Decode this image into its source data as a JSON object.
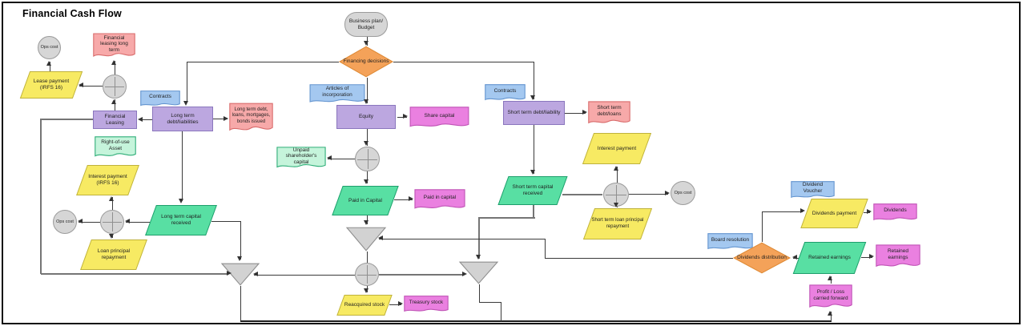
{
  "title": "Financial Cash Flow",
  "colors": {
    "process_purple": "#bca7e0",
    "io_yellow": "#f7ea63",
    "io_green": "#58dfa3",
    "doc_pink": "#f7a9a9",
    "doc_blue": "#a4c8f0",
    "doc_mint": "#c5f4db",
    "doc_magenta": "#ea80e0",
    "decision_orange": "#f4a259",
    "neutral_gray": "#d6d6d6"
  },
  "nodes": {
    "ops_cost_1": "Ops cost",
    "financial_leasing_long_term": "Financial leasing long term",
    "lease_payment": "Lease payment (IRFS 16)",
    "contracts_1": "Contracts",
    "financial_leasing": "Financial Leasing",
    "long_term_debt_liabilities": "Long term debt/liabilities",
    "long_term_debt_doc": "Long term debt, loans, mortgages, bonds issued",
    "right_of_use_asset": "Right-of-use Asset",
    "interest_payment_lt": "Interest payment (IRFS 16)",
    "ops_cost_2": "Ops cost",
    "long_term_capital_received": "Long term capital received",
    "loan_principal_repayment": "Loan principal repayment",
    "business_plan": "Business plan/ Budget",
    "financing_decisions": "Financing decisions",
    "articles_of_incorporation": "Articles of incorporation",
    "equity": "Equity",
    "share_capital": "Share capital",
    "unpaid_shareholders_capital": "Unpaid shareholder's capital",
    "paid_in_capital": "Paid in Capital",
    "paid_in_capital_doc": "Paid in capital",
    "reacquired_stock": "Reacquired stock",
    "treasury_stock": "Treasury stock",
    "contracts_2": "Contracts",
    "short_term_debt_liability": "Short term debt/liability",
    "short_term_debt_loans": "Short term debt/loans",
    "interest_payment_st": "Interest payment",
    "short_term_capital_received": "Short term capital received",
    "ops_cost_3": "Ops cost",
    "short_term_loan_principal_repayment": "Short term loan principal repayment",
    "dividend_voucher": "Dividend Voucher",
    "dividends_payment": "Dividends payment",
    "dividends": "Dividends",
    "board_resolution": "Board resolution",
    "dividends_distribution": "Dividends distribution",
    "retained_earnings": "Retained earnings",
    "retained_earnings_doc": "Retained earnings",
    "profit_loss_carried_forward": "Profit / Loss carried forward"
  },
  "edges": [
    "business_plan -> financing_decisions",
    "financing_decisions -> long_term_debt_liabilities",
    "financing_decisions -> equity",
    "financing_decisions -> short_term_debt_liability",
    "long_term_debt_liabilities -> financial_leasing",
    "long_term_debt_liabilities -> long_term_debt_doc",
    "long_term_debt_liabilities -> long_term_capital_received",
    "financial_leasing -> lease_junction",
    "lease_junction -> financial_leasing_long_term",
    "lease_junction -> lease_payment",
    "lease_payment -> ops_cost_1",
    "financial_leasing -> right_of_use_asset",
    "financial_leasing -> merge_left",
    "long_term_capital_received -> loan_junction",
    "loan_junction -> interest_payment_lt",
    "loan_junction -> ops_cost_2",
    "loan_junction -> loan_principal_repayment",
    "long_term_capital_received -> merge_left",
    "equity -> share_capital",
    "equity -> equity_junction",
    "equity_junction -> unpaid_shareholders_capital",
    "equity_junction -> paid_in_capital",
    "paid_in_capital -> paid_in_capital_doc",
    "paid_in_capital -> merge_center",
    "dividends_distribution -> merge_center",
    "merge_center -> stock_junction",
    "stock_junction -> merge_left",
    "stock_junction -> merge_right",
    "stock_junction -> reacquired_stock",
    "reacquired_stock -> treasury_stock",
    "short_term_debt_liability -> short_term_debt_loans",
    "short_term_debt_liability -> short_term_capital_received",
    "short_term_capital_received -> st_junction",
    "st_junction -> interest_payment_st",
    "st_junction -> ops_cost_3",
    "st_junction -> short_term_loan_principal_repayment",
    "short_term_capital_received -> merge_right",
    "merge_left -> profit_loss_carried_forward",
    "merge_right -> profit_loss_carried_forward",
    "profit_loss_carried_forward -> retained_earnings",
    "retained_earnings -> retained_earnings_doc",
    "retained_earnings -> dividends_distribution",
    "dividends_distribution -> dividends_payment",
    "dividends_payment -> dividends"
  ]
}
